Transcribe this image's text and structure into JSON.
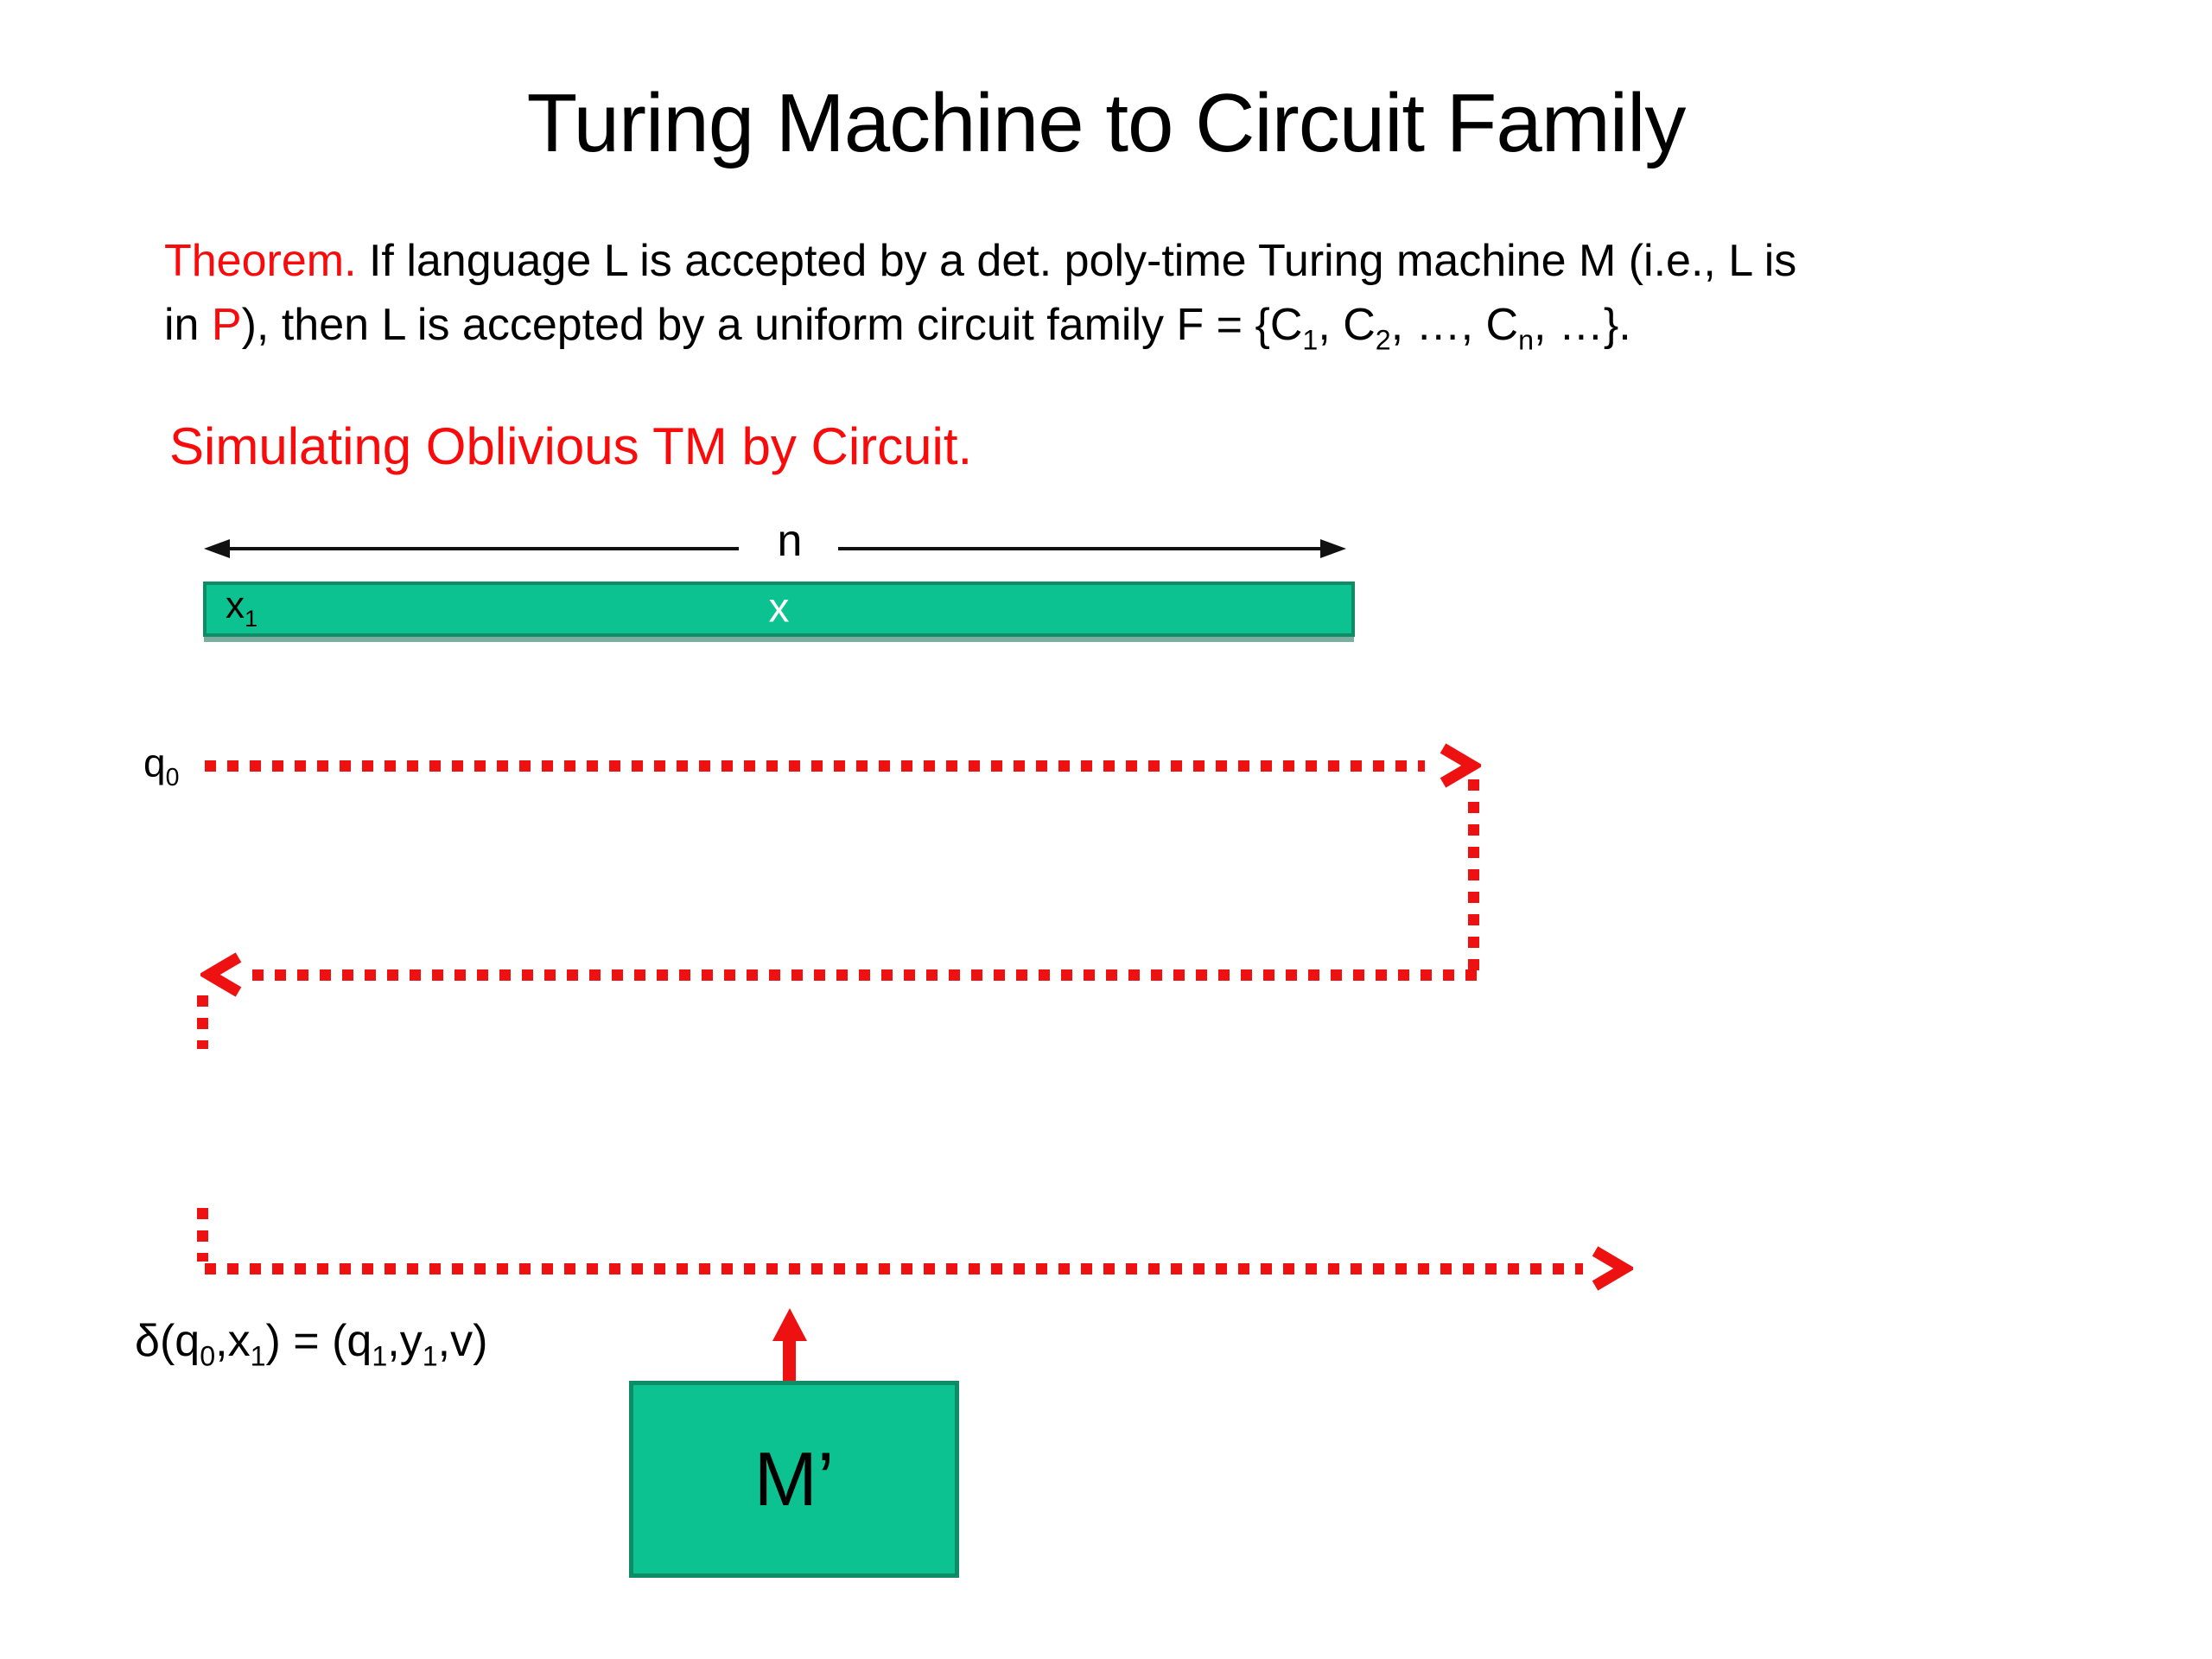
{
  "slide": {
    "title": "Turing Machine to Circuit Family",
    "theorem": {
      "label": "Theorem.",
      "line1_rest": " If language L is accepted by a det. poly-time Turing machine M (i.e., L is",
      "line2_pre": "in ",
      "line2_red": "P",
      "line2_mid": "), then L is accepted by a uniform circuit family F = {C",
      "sub_1": "1",
      "line2_sep1": ", C",
      "sub_2": "2",
      "line2_sep2": ", …, C",
      "sub_n": "n",
      "line2_end": ", …}."
    },
    "heading": "Simulating Oblivious TM by Circuit.",
    "diagram": {
      "n_label": "n",
      "tape": {
        "x1_main": "x",
        "x1_sub": "1",
        "x_label": "x"
      },
      "q0": {
        "main": "q",
        "sub": "0"
      },
      "delta": {
        "p1": "δ(q",
        "s1": "0",
        "p2": ",x",
        "s2": "1",
        "p3": ") = (q",
        "s3": "1",
        "p4": ",y",
        "s4": "1",
        "p5": ",v)"
      },
      "machine_label": "M’"
    },
    "colors": {
      "accent_red": "#ee1111",
      "text_red": "#fa0a0a",
      "tape_fill": "#0cc290",
      "tape_border": "#0d8c66",
      "text_black": "#000000"
    }
  }
}
